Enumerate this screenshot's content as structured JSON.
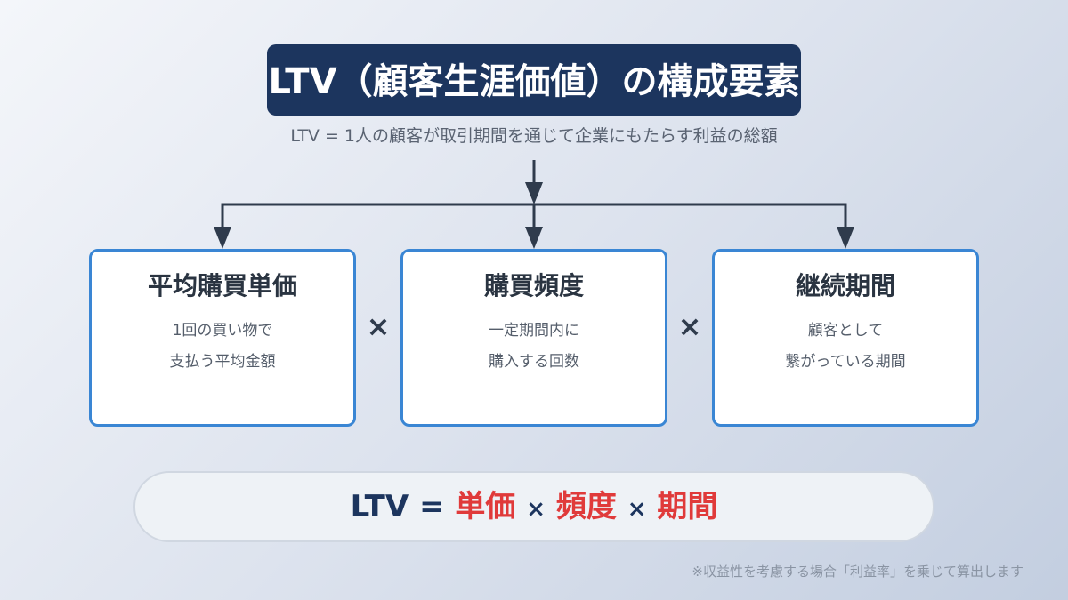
{
  "title": "LTV（顧客生涯価値）の構成要素",
  "subtitle": "LTV = 1人の顧客が取引期間を通じて企業にもたらす利益の総額",
  "cards": [
    {
      "title": "平均購買単価",
      "line1": "1回の買い物で",
      "line2": "支払う平均金額"
    },
    {
      "title": "購買頻度",
      "line1": "一定期間内に",
      "line2": "購入する回数"
    },
    {
      "title": "継続期間",
      "line1": "顧客として",
      "line2": "繋がっている期間"
    }
  ],
  "operator": "×",
  "formula": {
    "lhs": "LTV",
    "eq": "=",
    "term1": "単価",
    "op1": "×",
    "term2": "頻度",
    "op2": "×",
    "term3": "期間"
  },
  "footnote": "※収益性を考慮する場合「利益率」を乗じて算出します",
  "colors": {
    "navy": "#1c355e",
    "accent_border": "#3a86d4",
    "red": "#e03a3a"
  }
}
